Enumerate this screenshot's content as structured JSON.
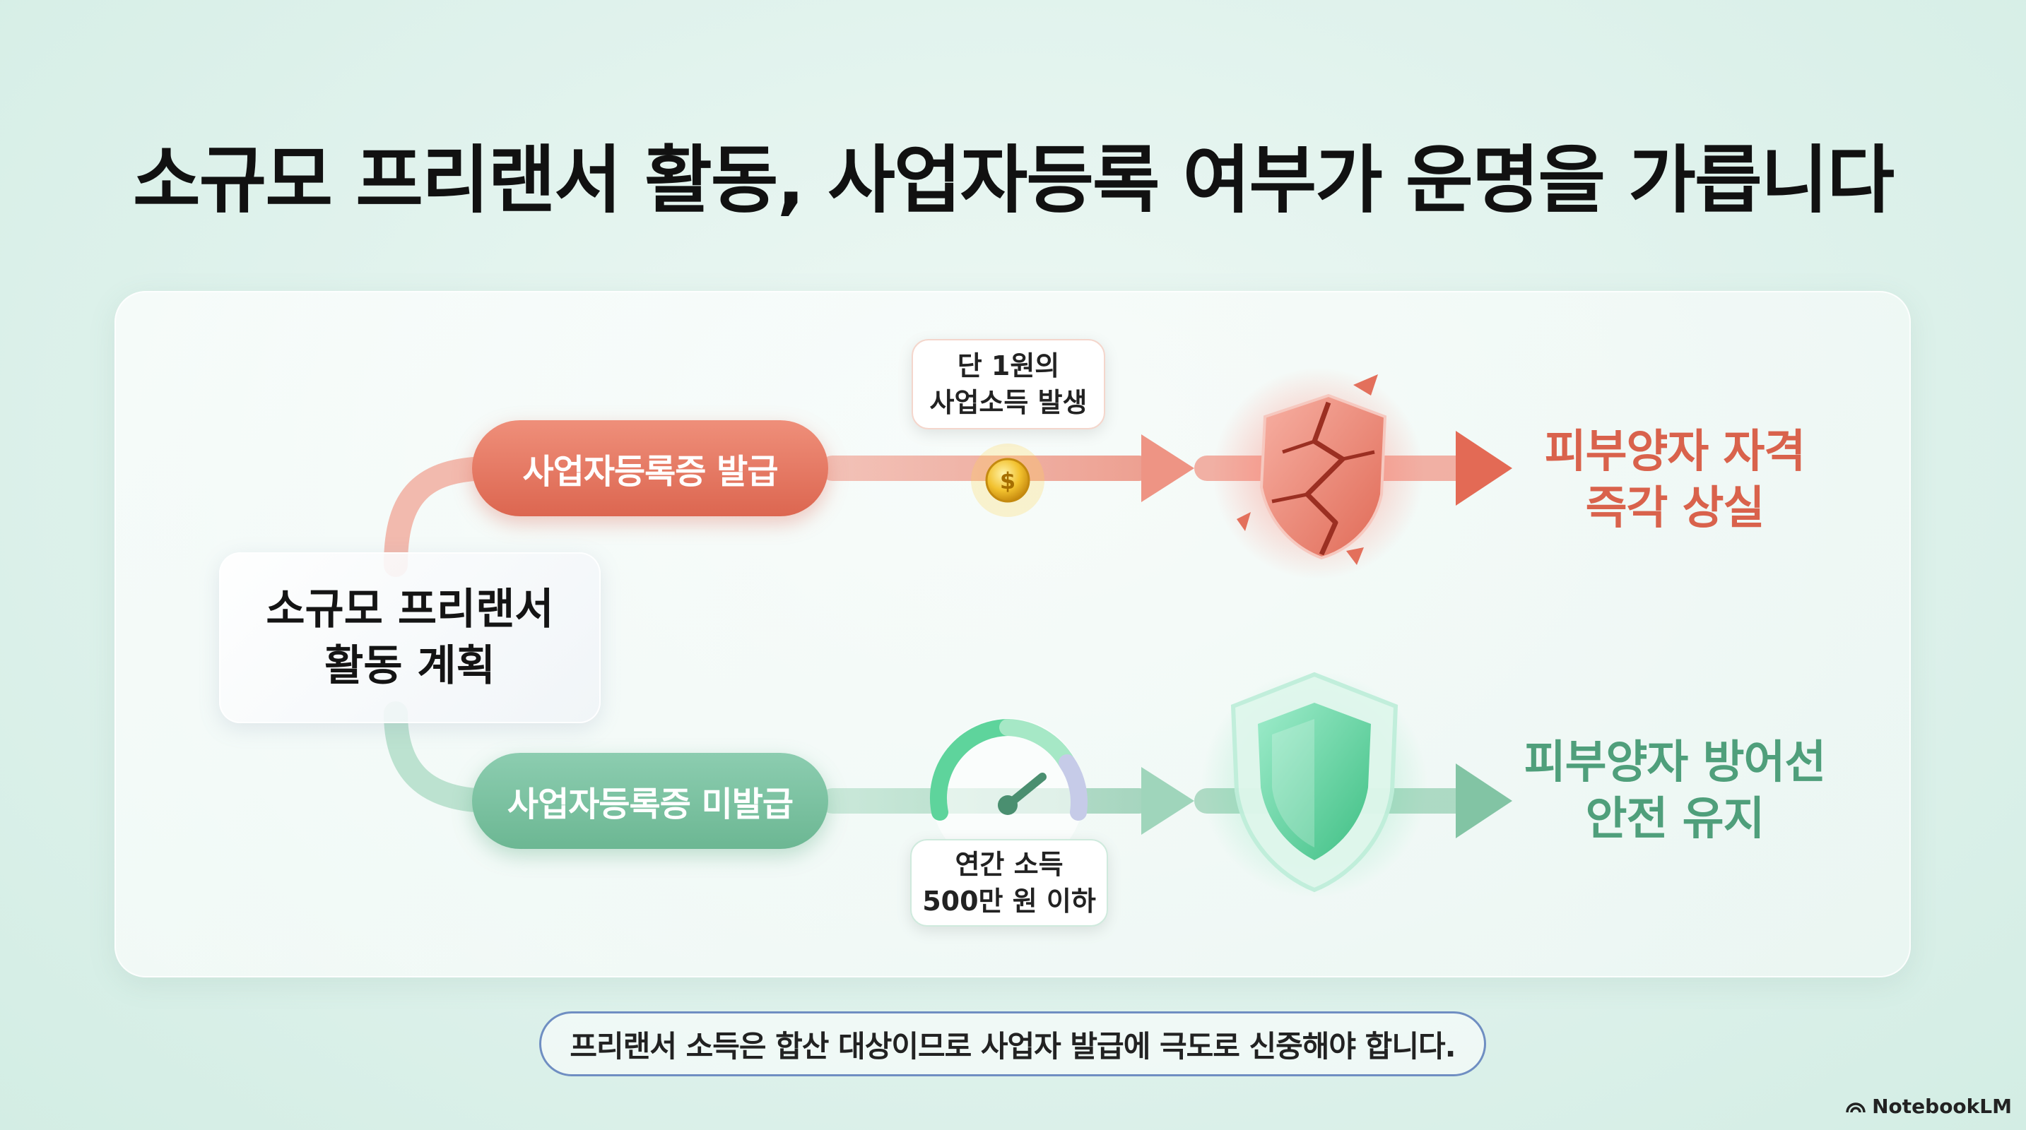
{
  "title": "소규모 프리랜서 활동, 사업자등록 여부가 운명을 가릅니다",
  "start_node": {
    "line1": "소규모 프리랜서",
    "line2": "활동 계획"
  },
  "branch_top": {
    "label": "사업자등록증 발급",
    "callout_line1": "단 1원의",
    "callout_line2": "사업소득 발생",
    "outcome_line1": "피부양자 자격",
    "outcome_line2": "즉각 상실",
    "color": "#dc6650"
  },
  "branch_bottom": {
    "label": "사업자등록증 미발급",
    "callout_line1": "연간 소득",
    "callout_line2": "500만 원 이하",
    "outcome_line1": "피부양자 방어선",
    "outcome_line2": "안전 유지",
    "color": "#6cb793"
  },
  "icons": {
    "top_marker": "coin-icon",
    "top_outcome": "broken-shield-icon",
    "bottom_marker": "gauge-icon",
    "bottom_outcome": "shield-icon"
  },
  "footer": "프리랜서 소득은 합산 대상이므로 사업자 발급에 극도로 신중해야 합니다.",
  "brand": "NotebookLM"
}
